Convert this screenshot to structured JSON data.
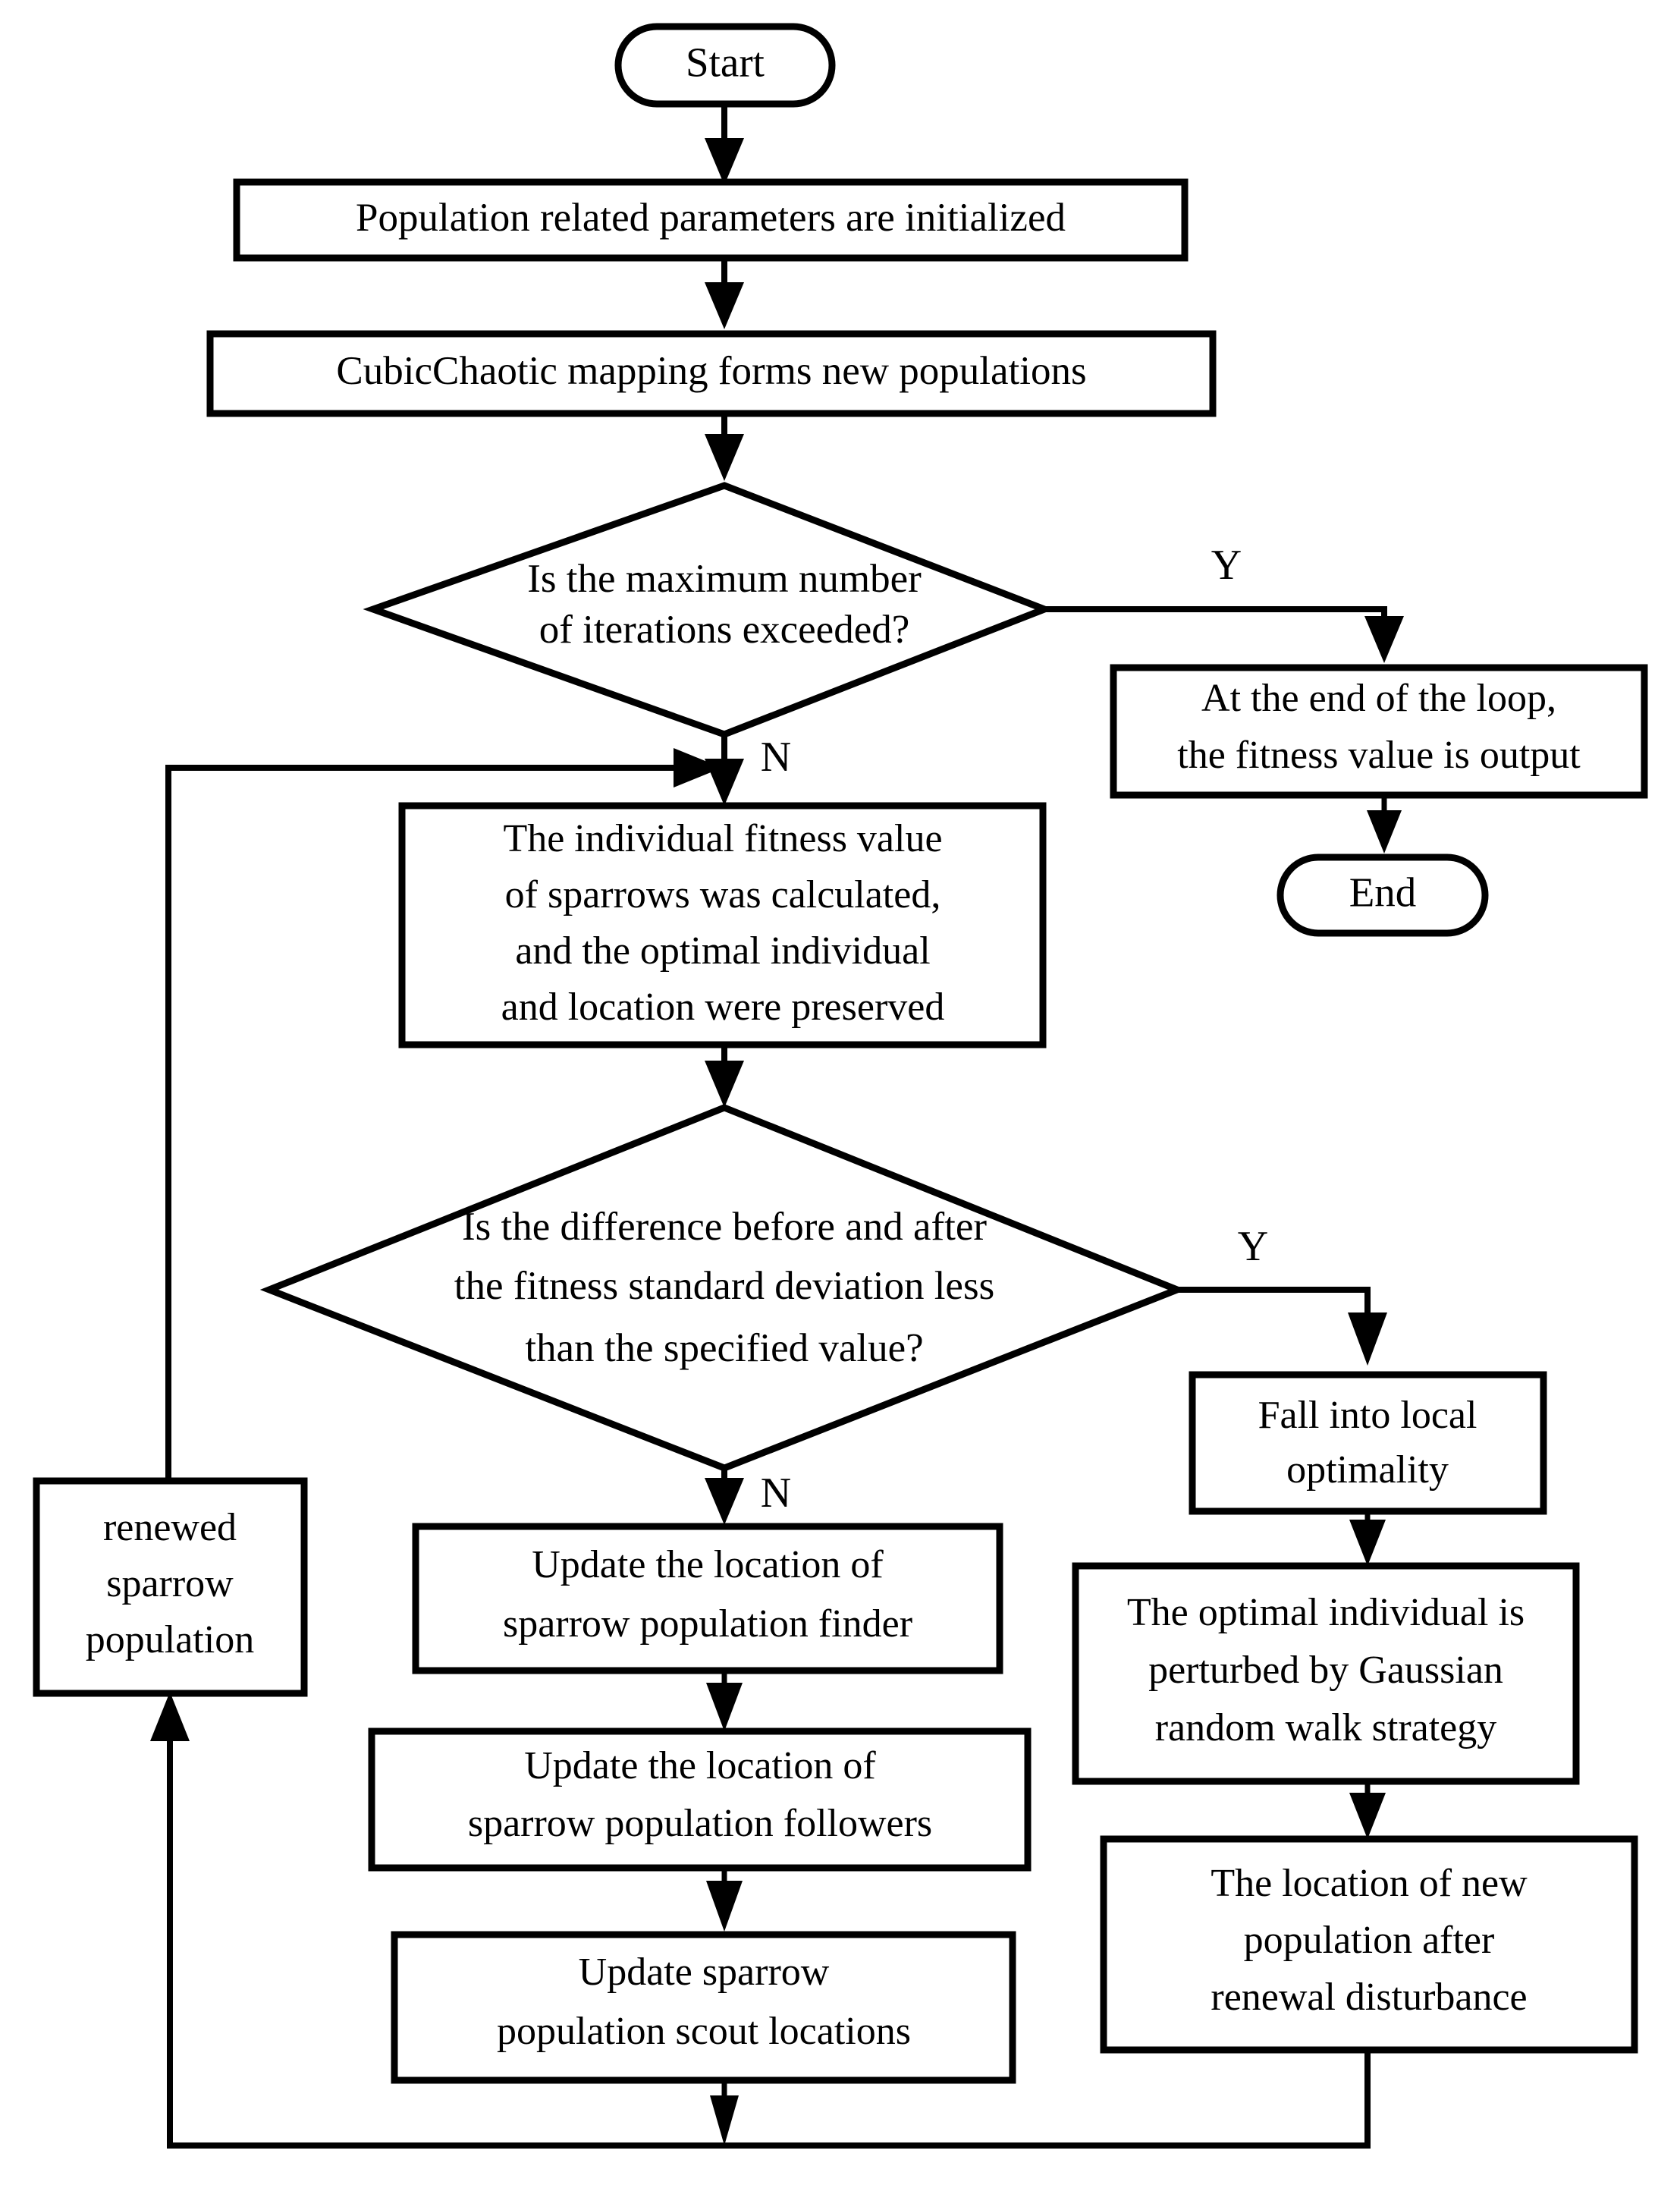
{
  "diagram": {
    "type": "flowchart",
    "title": "Improved Sparrow Search Algorithm flowchart",
    "background_color": "#ffffff",
    "line_color": "#000000",
    "text_color": "#000000"
  },
  "nodes": {
    "start": {
      "label": "Start",
      "shape": "terminator"
    },
    "init_params": {
      "label": "Population related parameters are initialized",
      "shape": "process"
    },
    "cubic_chaotic": {
      "label": "CubicChaotic mapping forms new populations",
      "shape": "process"
    },
    "max_iter_check": {
      "shape": "decision",
      "line1": "Is the maximum number",
      "line2": "of iterations exceeded?"
    },
    "output_fitness": {
      "shape": "process",
      "line1": "At the end of the loop,",
      "line2": "the fitness value is output"
    },
    "end": {
      "label": "End",
      "shape": "terminator"
    },
    "fitness_calc": {
      "shape": "process",
      "line1": "The individual fitness value",
      "line2": "of sparrows was calculated,",
      "line3": "and the optimal individual",
      "line4": "and location were preserved"
    },
    "std_dev_check": {
      "shape": "decision",
      "line1": "Is the difference before and after",
      "line2": "the fitness standard deviation less",
      "line3": "than the specified value?"
    },
    "local_optimality": {
      "shape": "process",
      "line1": "Fall into local",
      "line2": "optimality"
    },
    "gaussian_walk": {
      "shape": "process",
      "line1": "The optimal individual is",
      "line2": "perturbed by Gaussian",
      "line3": "random walk strategy"
    },
    "new_population_location": {
      "shape": "process",
      "line1": "The location of new",
      "line2": "population after",
      "line3": "renewal disturbance"
    },
    "update_finder": {
      "shape": "process",
      "line1": "Update the location of",
      "line2": "sparrow population finder"
    },
    "update_followers": {
      "shape": "process",
      "line1": "Update the location of",
      "line2": "sparrow population followers"
    },
    "update_scouts": {
      "shape": "process",
      "line1": "Update sparrow",
      "line2": "population scout locations"
    },
    "renewed_population": {
      "shape": "process",
      "line1": "renewed",
      "line2": "sparrow",
      "line3": "population"
    }
  },
  "edge_labels": {
    "max_iter_yes": "Y",
    "max_iter_no": "N",
    "std_dev_yes": "Y",
    "std_dev_no": "N"
  }
}
